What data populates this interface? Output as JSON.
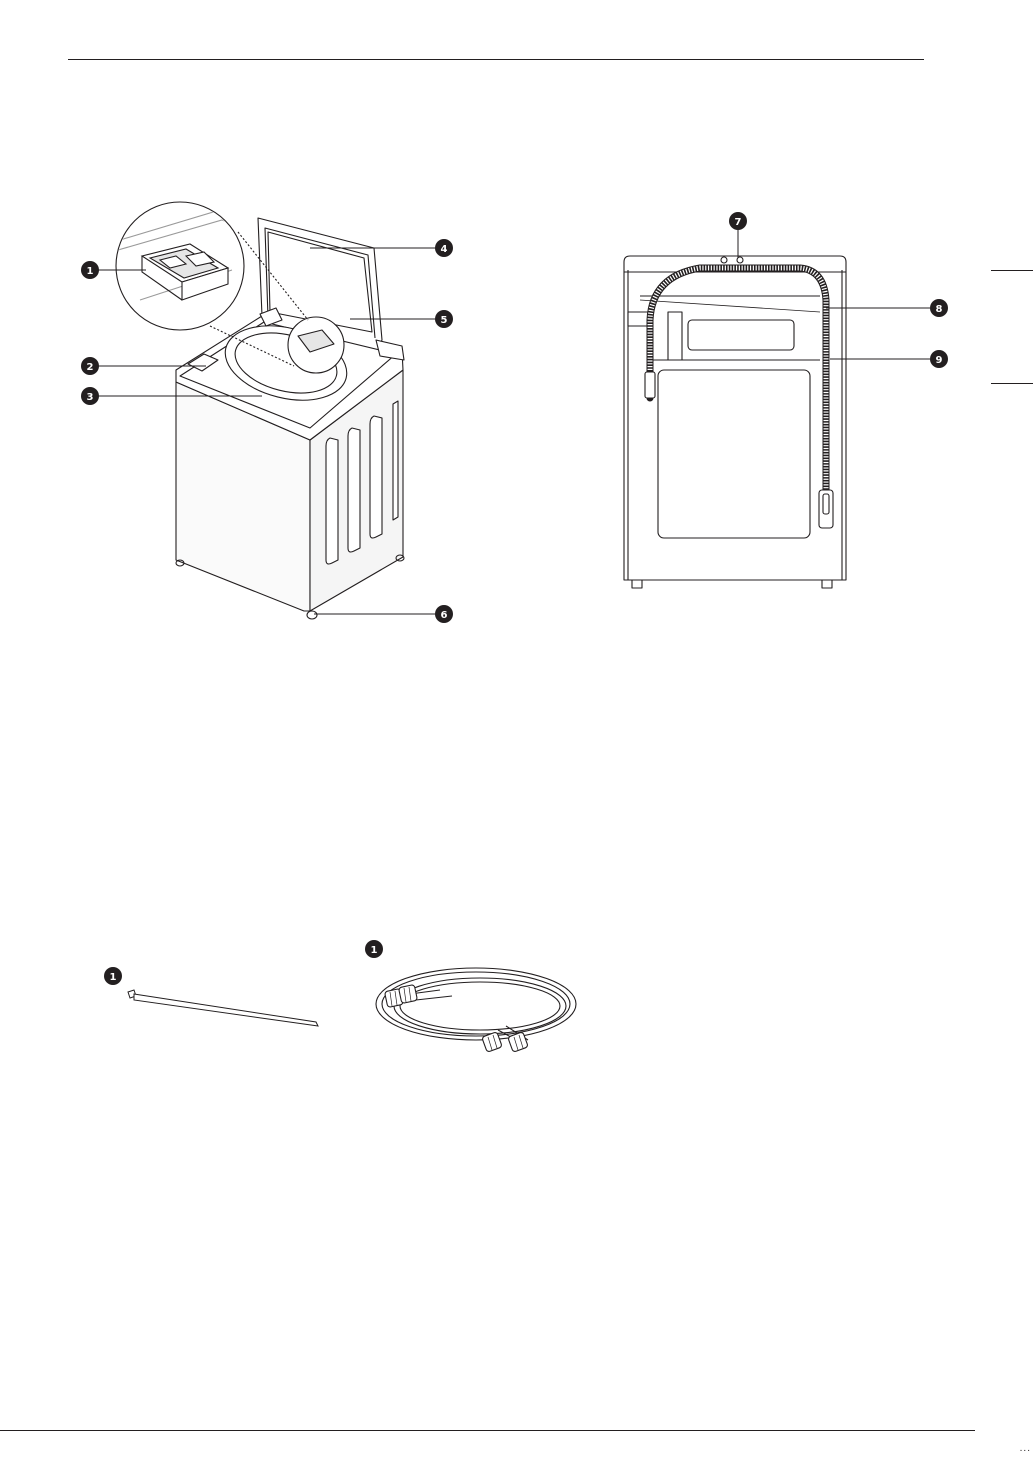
{
  "callouts": {
    "front": [
      "1",
      "2",
      "3",
      "4",
      "5",
      "6"
    ],
    "rear": [
      "7",
      "8",
      "9"
    ],
    "accessory_tie": "1",
    "accessory_hoses": "1"
  },
  "footer": {
    "dots": "..."
  },
  "colors": {
    "ink": "#231f20",
    "callout_fill": "#231f20",
    "shade": "#e6e6e6"
  },
  "icons": {
    "front_illustration": "top-load-washer-front-view",
    "detail_inset": "detergent-dispenser-magnifier",
    "rear_illustration": "washer-rear-view-with-drain-hose",
    "cable_tie": "cable-tie",
    "inlet_hoses": "inlet-hoses-pair"
  }
}
